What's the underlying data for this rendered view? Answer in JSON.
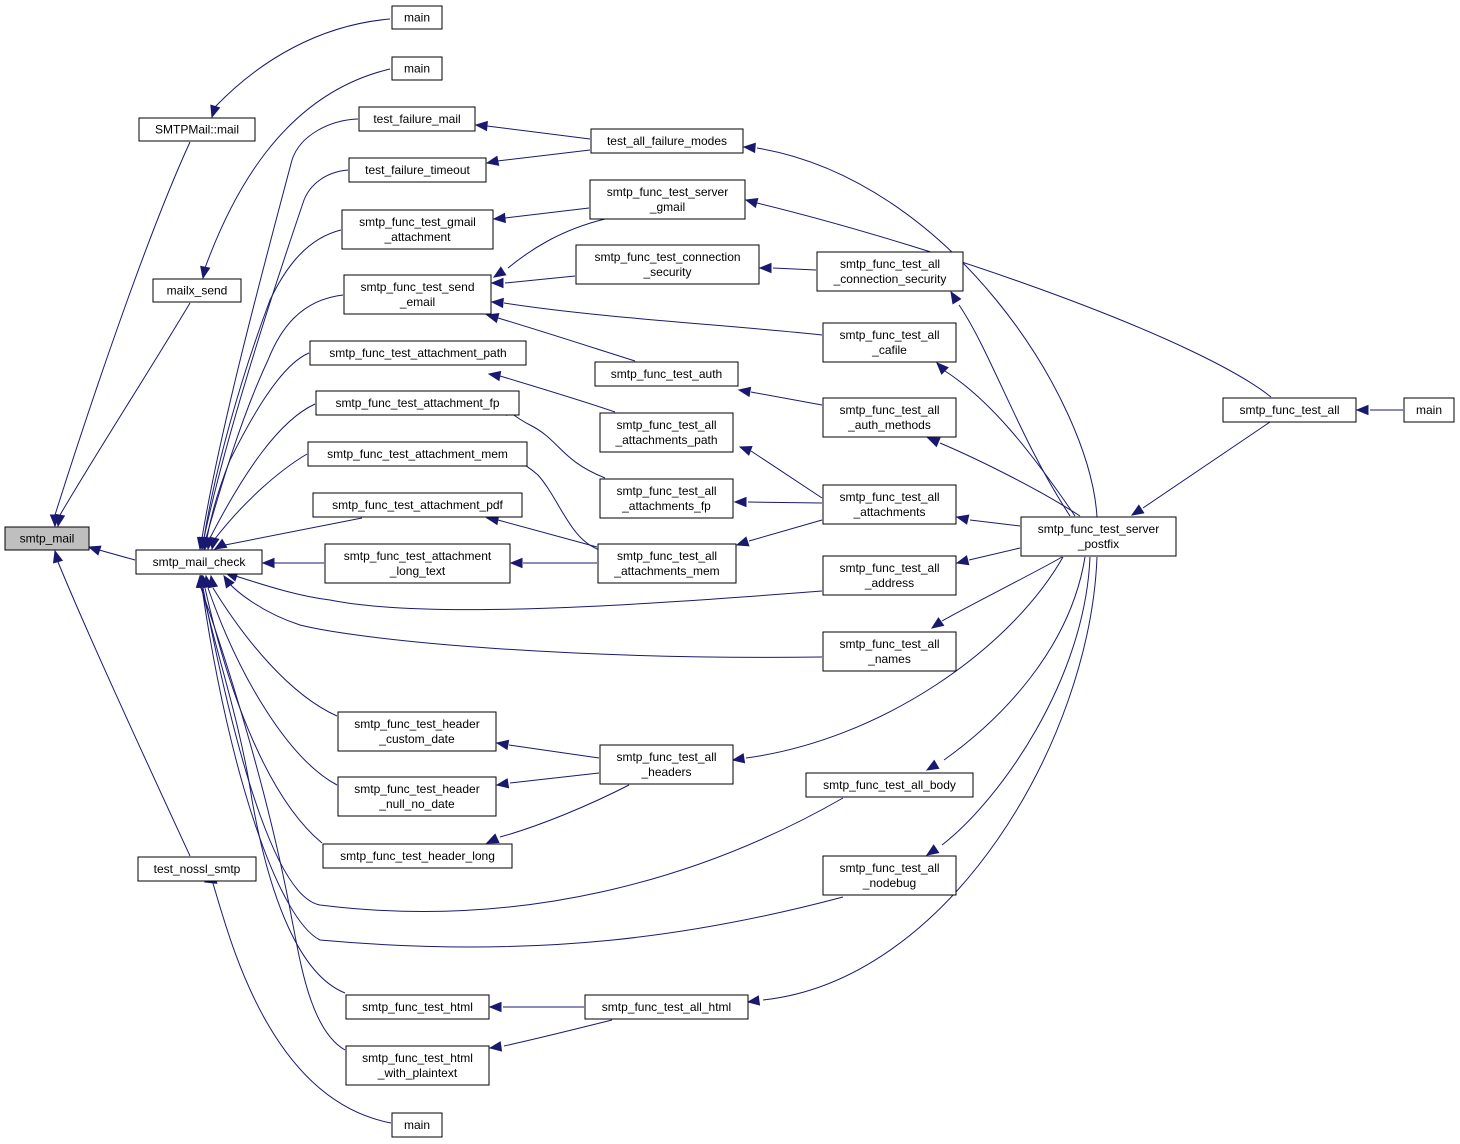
{
  "graph": {
    "title": "",
    "colors": {
      "edge": "#191970",
      "node_border": "#000000",
      "node_fill": "#ffffff",
      "root_fill": "#bfbfbf"
    },
    "nodes": [
      {
        "id": "smtp_mail",
        "lines": [
          "smtp_mail"
        ],
        "root": true
      },
      {
        "id": "smtpmail_mail",
        "lines": [
          "SMTPMail::mail"
        ]
      },
      {
        "id": "mailx_send",
        "lines": [
          "mailx_send"
        ]
      },
      {
        "id": "smtp_mail_check",
        "lines": [
          "smtp_mail_check"
        ]
      },
      {
        "id": "test_nossl_smtp",
        "lines": [
          "test_nossl_smtp"
        ]
      },
      {
        "id": "main_1",
        "lines": [
          "main"
        ]
      },
      {
        "id": "main_2",
        "lines": [
          "main"
        ]
      },
      {
        "id": "main_3",
        "lines": [
          "main"
        ]
      },
      {
        "id": "main_4",
        "lines": [
          "main"
        ]
      },
      {
        "id": "test_failure_mail",
        "lines": [
          "test_failure_mail"
        ]
      },
      {
        "id": "test_failure_timeout",
        "lines": [
          "test_failure_timeout"
        ]
      },
      {
        "id": "gmail_attachment",
        "lines": [
          "smtp_func_test_gmail",
          "_attachment"
        ]
      },
      {
        "id": "send_email",
        "lines": [
          "smtp_func_test_send",
          "_email"
        ]
      },
      {
        "id": "attachment_path",
        "lines": [
          "smtp_func_test_attachment_path"
        ]
      },
      {
        "id": "attachment_fp",
        "lines": [
          "smtp_func_test_attachment_fp"
        ]
      },
      {
        "id": "attachment_mem",
        "lines": [
          "smtp_func_test_attachment_mem"
        ]
      },
      {
        "id": "attachment_pdf",
        "lines": [
          "smtp_func_test_attachment_pdf"
        ]
      },
      {
        "id": "attachment_long_text",
        "lines": [
          "smtp_func_test_attachment",
          "_long_text"
        ]
      },
      {
        "id": "header_custom_date",
        "lines": [
          "smtp_func_test_header",
          "_custom_date"
        ]
      },
      {
        "id": "header_null_no_date",
        "lines": [
          "smtp_func_test_header",
          "_null_no_date"
        ]
      },
      {
        "id": "header_long",
        "lines": [
          "smtp_func_test_header_long"
        ]
      },
      {
        "id": "test_html",
        "lines": [
          "smtp_func_test_html"
        ]
      },
      {
        "id": "html_with_plaintext",
        "lines": [
          "smtp_func_test_html",
          "_with_plaintext"
        ]
      },
      {
        "id": "test_all_failure_modes",
        "lines": [
          "test_all_failure_modes"
        ]
      },
      {
        "id": "server_gmail",
        "lines": [
          "smtp_func_test_server",
          "_gmail"
        ]
      },
      {
        "id": "connection_security",
        "lines": [
          "smtp_func_test_connection",
          "_security"
        ]
      },
      {
        "id": "test_auth",
        "lines": [
          "smtp_func_test_auth"
        ]
      },
      {
        "id": "all_attachments_path",
        "lines": [
          "smtp_func_test_all",
          "_attachments_path"
        ]
      },
      {
        "id": "all_attachments_fp",
        "lines": [
          "smtp_func_test_all",
          "_attachments_fp"
        ]
      },
      {
        "id": "all_attachments_mem",
        "lines": [
          "smtp_func_test_all",
          "_attachments_mem"
        ]
      },
      {
        "id": "all_headers",
        "lines": [
          "smtp_func_test_all",
          "_headers"
        ]
      },
      {
        "id": "all_html",
        "lines": [
          "smtp_func_test_all_html"
        ]
      },
      {
        "id": "all_connection_security",
        "lines": [
          "smtp_func_test_all",
          "_connection_security"
        ]
      },
      {
        "id": "all_cafile",
        "lines": [
          "smtp_func_test_all",
          "_cafile"
        ]
      },
      {
        "id": "all_auth_methods",
        "lines": [
          "smtp_func_test_all",
          "_auth_methods"
        ]
      },
      {
        "id": "all_attachments",
        "lines": [
          "smtp_func_test_all",
          "_attachments"
        ]
      },
      {
        "id": "all_address",
        "lines": [
          "smtp_func_test_all",
          "_address"
        ]
      },
      {
        "id": "all_names",
        "lines": [
          "smtp_func_test_all",
          "_names"
        ]
      },
      {
        "id": "all_body",
        "lines": [
          "smtp_func_test_all_body"
        ]
      },
      {
        "id": "all_nodebug",
        "lines": [
          "smtp_func_test_all",
          "_nodebug"
        ]
      },
      {
        "id": "server_postfix",
        "lines": [
          "smtp_func_test_server",
          "_postfix"
        ]
      },
      {
        "id": "test_all",
        "lines": [
          "smtp_func_test_all"
        ]
      },
      {
        "id": "main_5",
        "lines": [
          "main"
        ]
      }
    ]
  }
}
